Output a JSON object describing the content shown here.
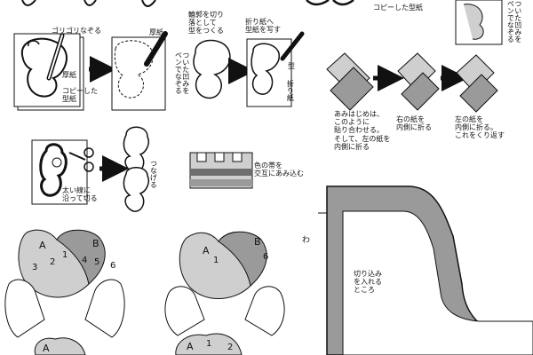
{
  "labels": {
    "rub_trace": "ゴリゴリなぞる",
    "thick_paper": "厚紙",
    "copy_template": "コピーした\n型紙",
    "pen_trace_dent": "ついた凹みを\nペンでなぞる",
    "cut_outline": "輪郭を切り\n落として\n型をつくる",
    "fold_copy": "折り紙へ\n型紙を写す",
    "template": "型",
    "origami": "折り紙",
    "copy_template_top": "コピーした型紙",
    "dent_trace_top": "ついた凹みを\nペンでなぞる",
    "weave_start": "あみはじめは、\nこのように\n貼り合わせる。\nそして、左の紙を\n内側に折る",
    "fold_right_inward": "右の紙を\n内側に折る",
    "fold_left_inward": "左の紙を\n内側に折る。\nこれをくり返す",
    "connect": "つなげる",
    "thick_line_cut": "太い線に\n沿って切る",
    "weave_color_strips": "色の帯を\n交互にあみ込む",
    "wa_mark": "わ",
    "cut_slit": "切り込み\nを入れる\nところ",
    "letter_a": "A",
    "letter_b": "B",
    "num_1": "1",
    "num_2": "2",
    "num_3": "3",
    "num_4": "4",
    "num_5": "5",
    "num_6": "6"
  },
  "colors": {
    "ink": "#111111",
    "light_gray": "#cfcfcf",
    "mid_gray": "#9a9a9a",
    "dark_gray": "#6e6e6e",
    "paper": "#ffffff"
  }
}
